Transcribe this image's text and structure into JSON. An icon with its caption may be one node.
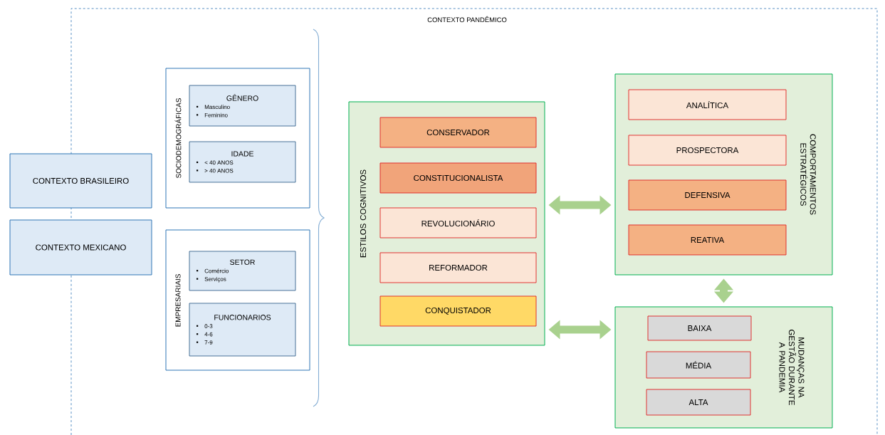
{
  "diagram": {
    "nodes": [
      {
        "text": [
          "CONTEXTO PANDÊMICO"
        ]
      },
      {
        "text": [
          "CONTEXTO BRASILEIRO"
        ]
      },
      {
        "text": [
          "CONTEXTO MEXICANO"
        ]
      },
      {
        "text": [
          "SOCIODEMOGRÁFICAS"
        ],
        "in": 0
      },
      {
        "text": [
          "GÊNERO",
          "Masculino",
          "Feminino"
        ],
        "in": 3
      },
      {
        "text": [
          "IDADE",
          "< 40 ANOS",
          "> 40 ANOS"
        ],
        "in": 3
      },
      {
        "text": [
          "EMPRESARIAIS"
        ],
        "in": 0
      },
      {
        "text": [
          "SETOR",
          "Comércio",
          "Serviços"
        ],
        "in": 6
      },
      {
        "text": [
          "FUNCIONARIOS",
          "0-3",
          "4-6",
          "7-9"
        ],
        "in": 6
      },
      {
        "text": [
          "ESTILOS COGNITIVOS"
        ],
        "in": 0
      },
      {
        "text": [
          "CONSERVADOR"
        ],
        "in": 9
      },
      {
        "text": [
          "CONSTITUCIONALISTA"
        ],
        "in": 9
      },
      {
        "text": [
          "REVOLUCIONÁRIO"
        ],
        "in": 9
      },
      {
        "text": [
          "REFORMADOR"
        ],
        "in": 9
      },
      {
        "text": [
          "CONQUISTADOR"
        ],
        "in": 9
      },
      {
        "text": [
          "COMPORTAMENTOS ESTRATÉGICOS"
        ],
        "in": 0
      },
      {
        "text": [
          "ANALÍTICA"
        ],
        "in": 15
      },
      {
        "text": [
          "PROSPECTORA"
        ],
        "in": 15
      },
      {
        "text": [
          "DEFENSIVA"
        ],
        "in": 15
      },
      {
        "text": [
          "REATIVA"
        ],
        "in": 15
      },
      {
        "text": [
          "MUDANÇAS NA GESTÃO DURANTE A PANDEMIA"
        ],
        "in": 0
      },
      {
        "text": [
          "BAIXA"
        ],
        "in": 20
      },
      {
        "text": [
          "MÉDIA"
        ],
        "in": 20
      },
      {
        "text": [
          "ALTA"
        ],
        "in": 20
      }
    ],
    "edges": [
      {
        "from": 9,
        "to": 15,
        "arrow": "both"
      },
      {
        "from": 9,
        "to": 20,
        "arrow": "both"
      },
      {
        "from": 15,
        "to": 20,
        "arrow": "both"
      }
    ]
  }
}
